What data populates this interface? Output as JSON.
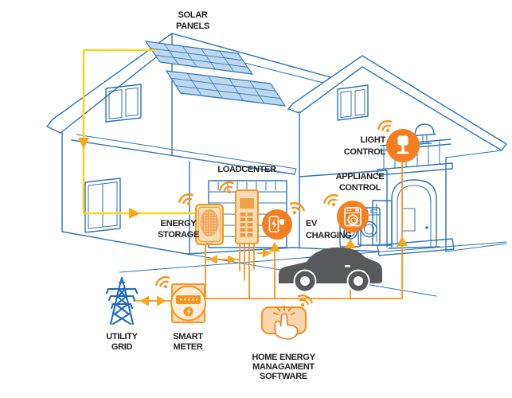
{
  "labels": {
    "solar_panels": [
      "SOLAR",
      "PANELS"
    ],
    "loadcenter": [
      "LOADCENTER"
    ],
    "energy_storage": [
      "ENERGY",
      "STORAGE"
    ],
    "light_control": [
      "LIGHT",
      "CONTROL"
    ],
    "appliance_control": [
      "APPLIANCE",
      "CONTROL"
    ],
    "ev_charging": [
      "EV",
      "CHARGING"
    ],
    "utility_grid": [
      "UTILITY",
      "GRID"
    ],
    "smart_meter": [
      "SMART",
      "METER"
    ],
    "hems": [
      "HOME ENERGY",
      "MANAGAMENT",
      "SOFTWARE"
    ]
  },
  "colors": {
    "house_line": "#2E75B6",
    "solar_fill": "#BDD8EE",
    "accent_orange": "#F7941D",
    "badge_orange": "#F47E20",
    "device_fill": "#FBDCB4",
    "wire_yellow": "#FFD21E",
    "utility_blue": "#1E6BB8",
    "car_gray": "#58595B",
    "text": "#231F20"
  },
  "icons": {
    "wifi-icon": "wireless signal arcs",
    "ev-charger-icon": "charging station with lightning bolt",
    "washing-machine-icon": "front-load washer",
    "lamp-icon": "table lamp",
    "touch-hand-icon": "finger tapping",
    "lightning-bolt-icon": "bolt",
    "transmission-tower-icon": "utility pylon",
    "solar-panel-icon": "photovoltaic array"
  },
  "connections": [
    {
      "from": "solar-panels",
      "to": "energy-storage",
      "style": "yellow-wire"
    },
    {
      "from": "energy-storage",
      "to": "loadcenter",
      "style": "orange-bidirectional"
    },
    {
      "from": "utility-grid",
      "to": "smart-meter",
      "style": "orange-bidirectional"
    },
    {
      "from": "smart-meter",
      "to": "loadcenter",
      "style": "orange-wire"
    },
    {
      "from": "loadcenter",
      "to": "ev-charging",
      "style": "orange-wire"
    },
    {
      "from": "loadcenter",
      "to": "appliance-control",
      "style": "orange-wire"
    },
    {
      "from": "loadcenter",
      "to": "light-control",
      "style": "orange-wire"
    },
    {
      "from": "home-energy-management-software",
      "to": "devices",
      "style": "wireless"
    }
  ]
}
